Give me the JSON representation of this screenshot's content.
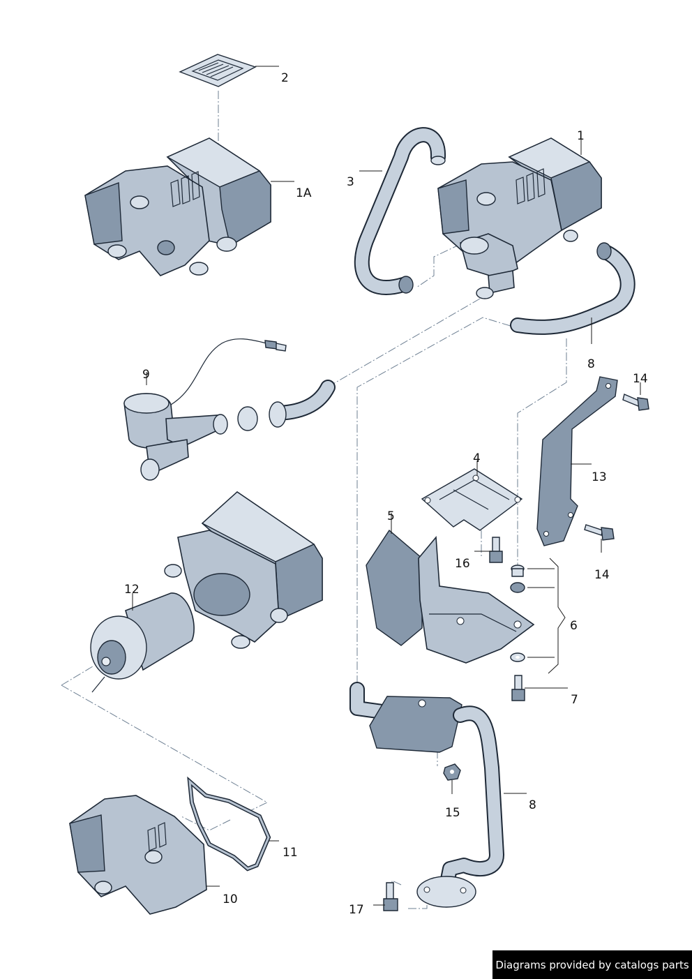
{
  "callouts": {
    "c1": "1",
    "c1A": "1A",
    "c2": "2",
    "c3": "3",
    "c4": "4",
    "c5": "5",
    "c6": "6",
    "c7": "7",
    "c8a": "8",
    "c8b": "8",
    "c9": "9",
    "c10": "10",
    "c11": "11",
    "c12": "12",
    "c13": "13",
    "c14a": "14",
    "c14b": "14",
    "c15": "15",
    "c16": "16",
    "c17": "17"
  },
  "watermark": "Diagrams provided by catalogs parts"
}
